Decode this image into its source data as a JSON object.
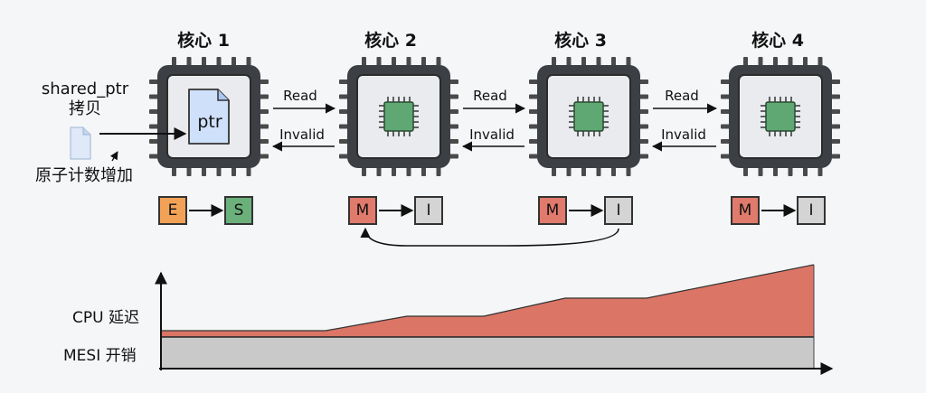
{
  "cores": [
    {
      "title": "核心 1",
      "inner": "ptr-file-icon",
      "from_state": "E",
      "to_state": "S"
    },
    {
      "title": "核心 2",
      "inner": "chip-icon",
      "from_state": "M",
      "to_state": "I"
    },
    {
      "title": "核心 3",
      "inner": "chip-icon",
      "from_state": "M",
      "to_state": "I"
    },
    {
      "title": "核心 4",
      "inner": "chip-icon",
      "from_state": "M",
      "to_state": "I"
    }
  ],
  "ptr_label": "ptr",
  "left_labels": {
    "top_line1": "shared_ptr",
    "top_line2": "拷贝",
    "bottom": "原子计数增加"
  },
  "links": [
    {
      "read": "Read",
      "invalid": "Invalid"
    },
    {
      "read": "Read",
      "invalid": "Invalid"
    },
    {
      "read": "Read",
      "invalid": "Invalid"
    }
  ],
  "chart": {
    "ylabel_top": "CPU 延迟",
    "ylabel_bottom": "MESI 开销"
  },
  "colors": {
    "cpu_latency": "#db7566",
    "mesi_overhead": "#c9c9c9",
    "state_E": "#f2a256",
    "state_S": "#6bb07a",
    "state_M": "#e07a6c",
    "state_I": "#d4d4d4",
    "chip_green": "#5fa873",
    "file_blue": "#cfe0fb"
  }
}
